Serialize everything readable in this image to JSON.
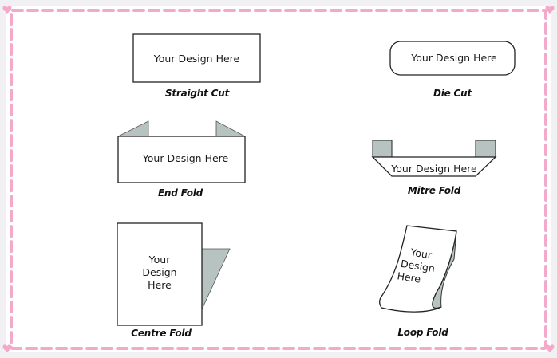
{
  "colors": {
    "border_dash": "#f4a9c8",
    "background": "#f1f0f3",
    "panel": "#ffffff",
    "fold_fill": "#b7c3c1",
    "outline": "#222222"
  },
  "items": [
    {
      "label": "Straight Cut",
      "text": "Your Design Here"
    },
    {
      "label": "Die Cut",
      "text": "Your Design Here"
    },
    {
      "label": "End Fold",
      "text": "Your Design Here"
    },
    {
      "label": "Mitre Fold",
      "text": "Your Design Here"
    },
    {
      "label": "Centre Fold",
      "lines": [
        "Your",
        "Design",
        "Here"
      ]
    },
    {
      "label": "Loop Fold",
      "lines": [
        "Your",
        "Design",
        "Here"
      ]
    }
  ]
}
